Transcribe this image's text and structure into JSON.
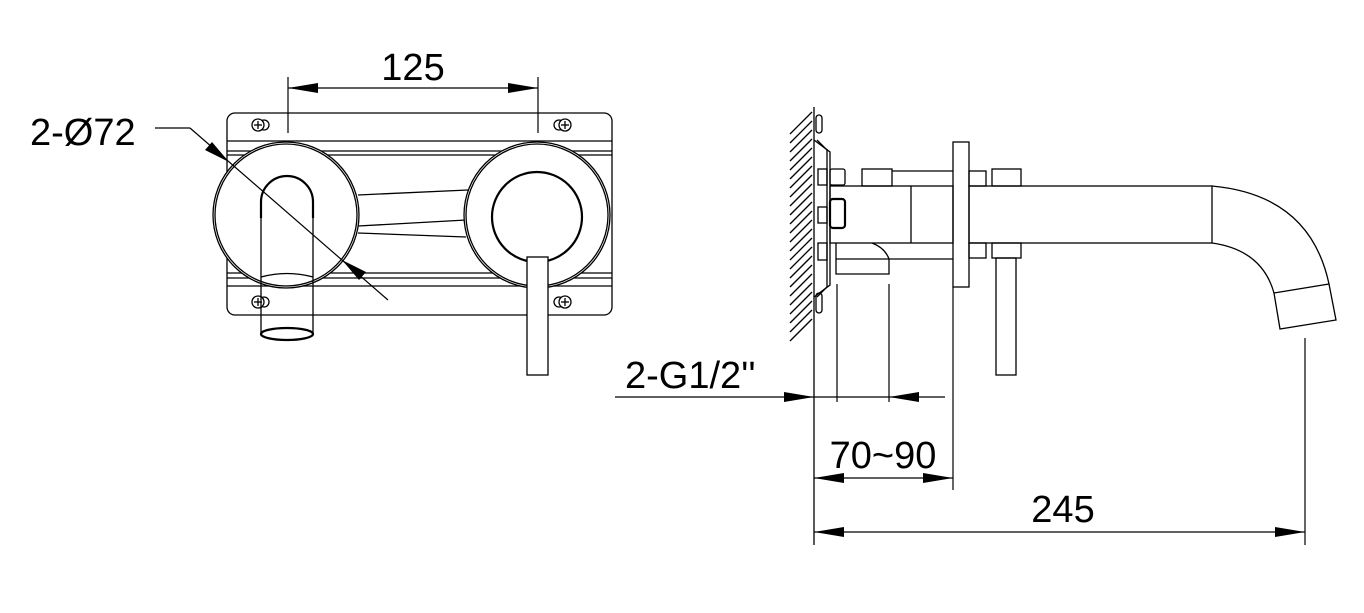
{
  "front_view": {
    "dim_spacing": "125",
    "dim_diameter": "2-Ø72"
  },
  "side_view": {
    "dim_thread": "2-G1/2''",
    "dim_depth": "70~90",
    "dim_projection": "245"
  },
  "colors": {
    "line": "#000000",
    "background": "#ffffff"
  }
}
